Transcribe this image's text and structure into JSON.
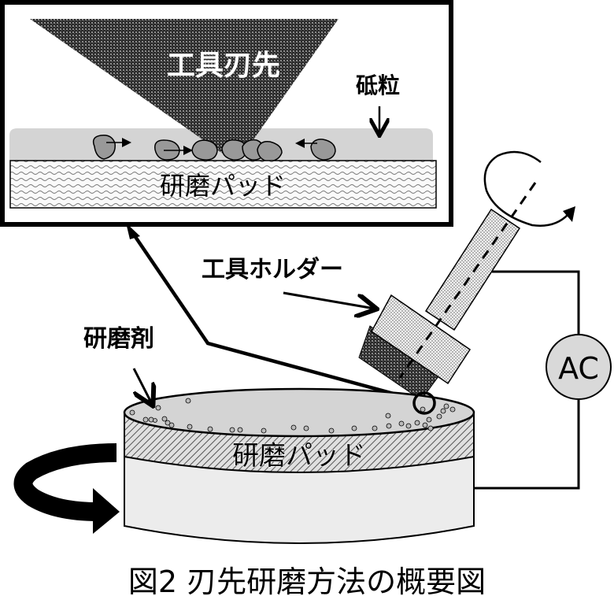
{
  "figure": {
    "caption": "図2  刃先研磨方法の概要図"
  },
  "inset": {
    "tool_tip_label": "工具刃先",
    "abrasive_grain_label": "砥粒",
    "pad_label": "研磨パッド"
  },
  "main": {
    "tool_holder_label": "工具ホルダー",
    "abrasive_label": "研磨剤",
    "pad_label": "研磨パッド",
    "power_source_label": "AC"
  },
  "colors": {
    "ink": "#000000",
    "slurry_gray": "#d4d4d4",
    "grain_gray": "#999999",
    "tool_dark": "#2a2a2a",
    "holder_light": "#e8e8e8",
    "base_light": "#ececec",
    "ac_fill": "#d9d9d9"
  }
}
